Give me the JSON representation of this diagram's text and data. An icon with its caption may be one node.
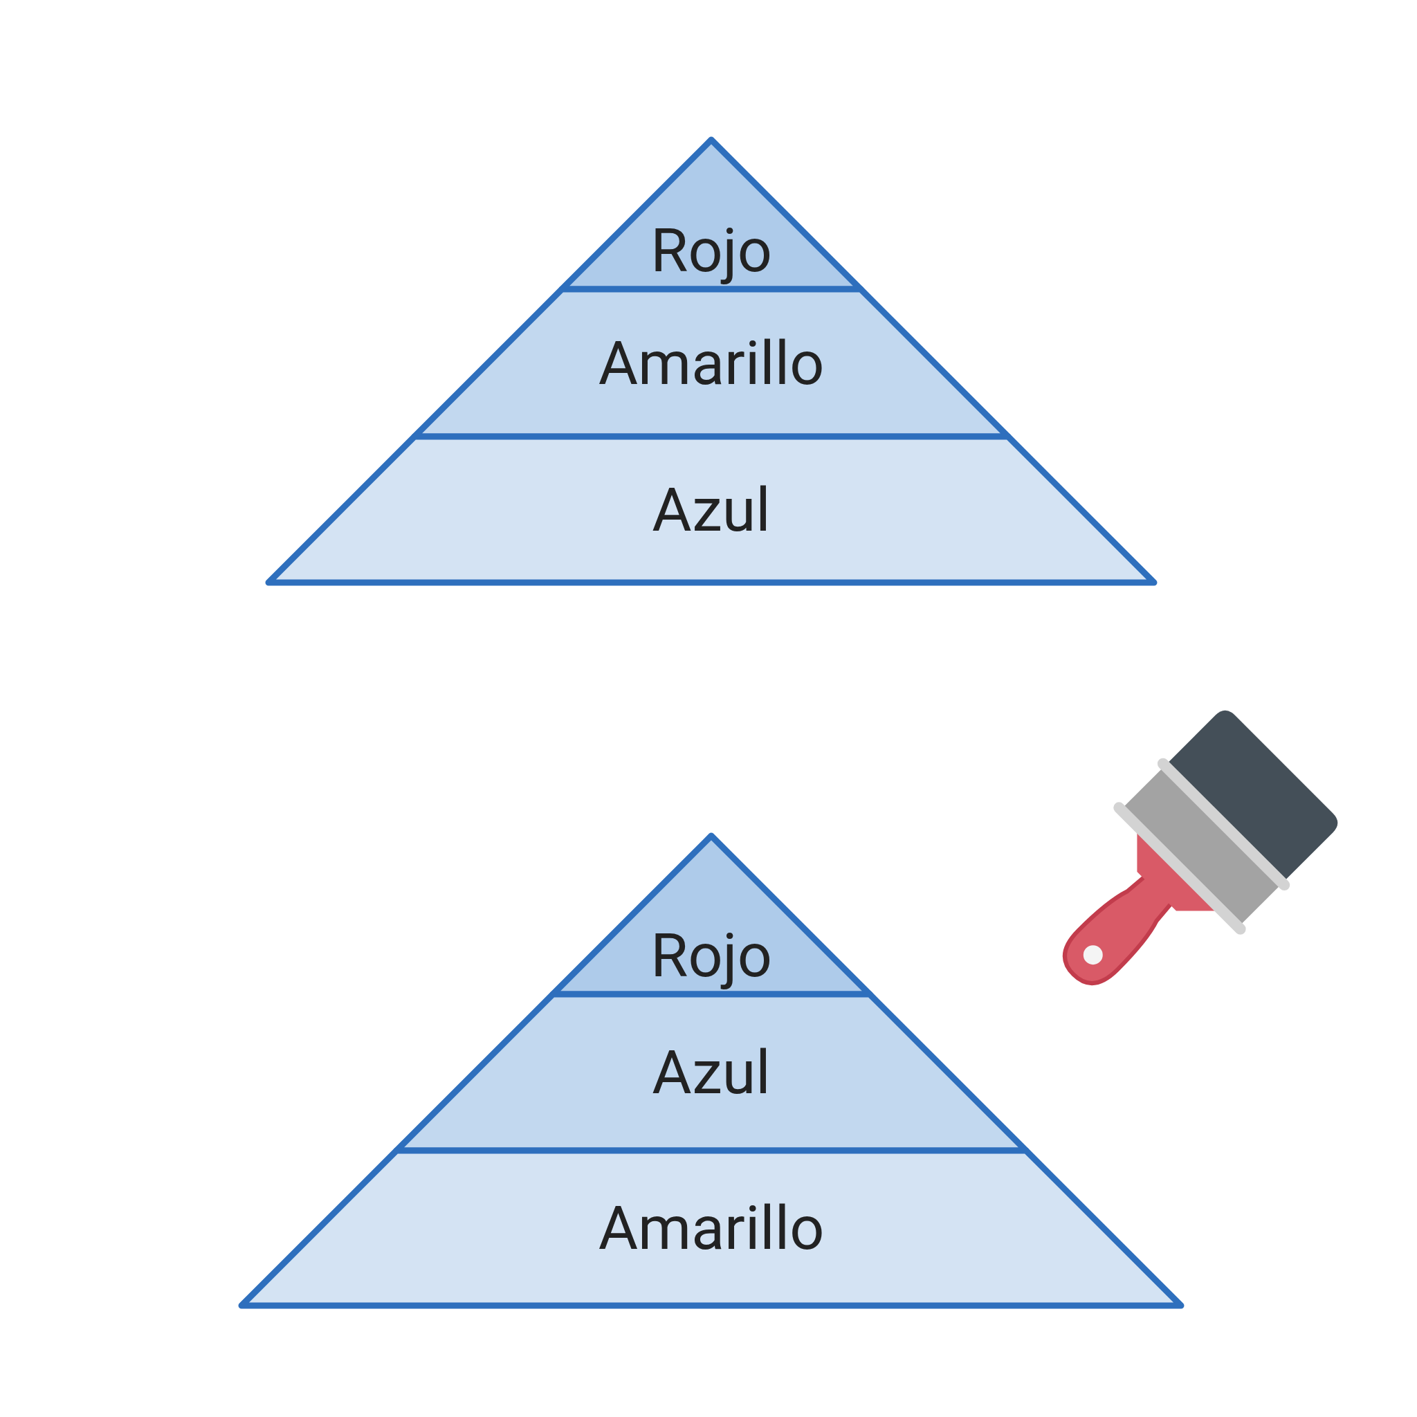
{
  "diagram": {
    "nodes": [
      {
        "text": [
          "Rojo"
        ]
      },
      {
        "text": [
          "Amarillo"
        ]
      },
      {
        "text": [
          "Azul"
        ]
      },
      {
        "text": [
          "Rojo"
        ]
      },
      {
        "text": [
          "Azul"
        ]
      },
      {
        "text": [
          "Amarillo"
        ]
      }
    ]
  }
}
